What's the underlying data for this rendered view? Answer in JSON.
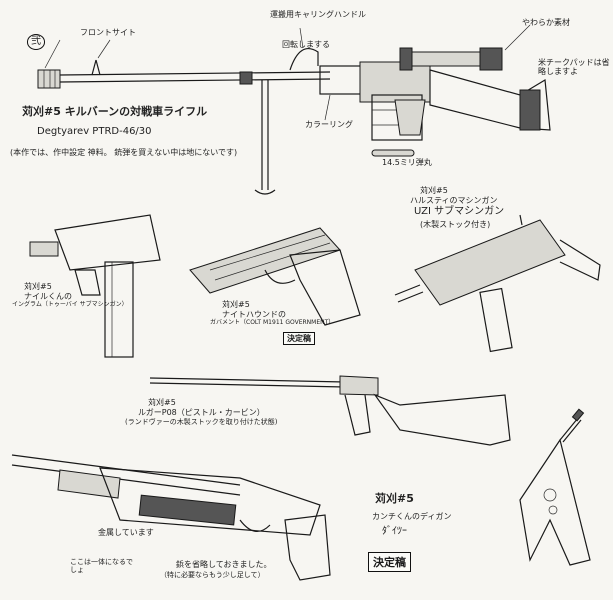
{
  "rifle": {
    "marker": "弐",
    "front_sight": "フロントサイト",
    "carry_handle": "運搬用キャリングハンドル",
    "rear_sight": "回転しまする",
    "carry_ring": "カラーリング",
    "bipod_note": "やわらか素材",
    "cheekpad_note": "米チークパッドは省略しますよ",
    "ammo_note": "14.5ミリ弾丸",
    "title": "苅刈#5 キルバーンの対戦車ライフル",
    "model": "Degtyarev PTRD-46/30",
    "comment": "(本作では、作中設定 神料。 銃弾を買えない中は地にないです)"
  },
  "mac": {
    "title": "苅刈#5",
    "line1": "ナイルくんの",
    "line2": "イングラム（トゥーバイ サブマシンガン）"
  },
  "colt": {
    "title": "苅刈#5",
    "line1": "ナイトハウンドの",
    "line2": "ガバメント（COLT M1911 GOVERNMENT）",
    "stamp": "決定稿"
  },
  "uzi": {
    "title": "苅刈#5",
    "line1": "ハルスティのマシンガン",
    "line2": "UZI サブマシンガン",
    "line3": "(木製ストック付き)"
  },
  "luger": {
    "title": "苅刈#5",
    "line1": "ルガーP08（ピストル・カービン）",
    "line2": "(ランドヴァーの木製ストックを取り付けた状態)"
  },
  "shotgun": {
    "note1": "金属しています",
    "note2": "ここは一体になるでしょ",
    "note3": "鋲を省略しておきました。",
    "note4": "（特に必要ならもう少し足して）"
  },
  "guitar": {
    "title": "苅刈#5",
    "line1": "カンチくんのディガン",
    "line2": "ﾀﾞｲﾂｰ",
    "stamp": "決定稿"
  }
}
